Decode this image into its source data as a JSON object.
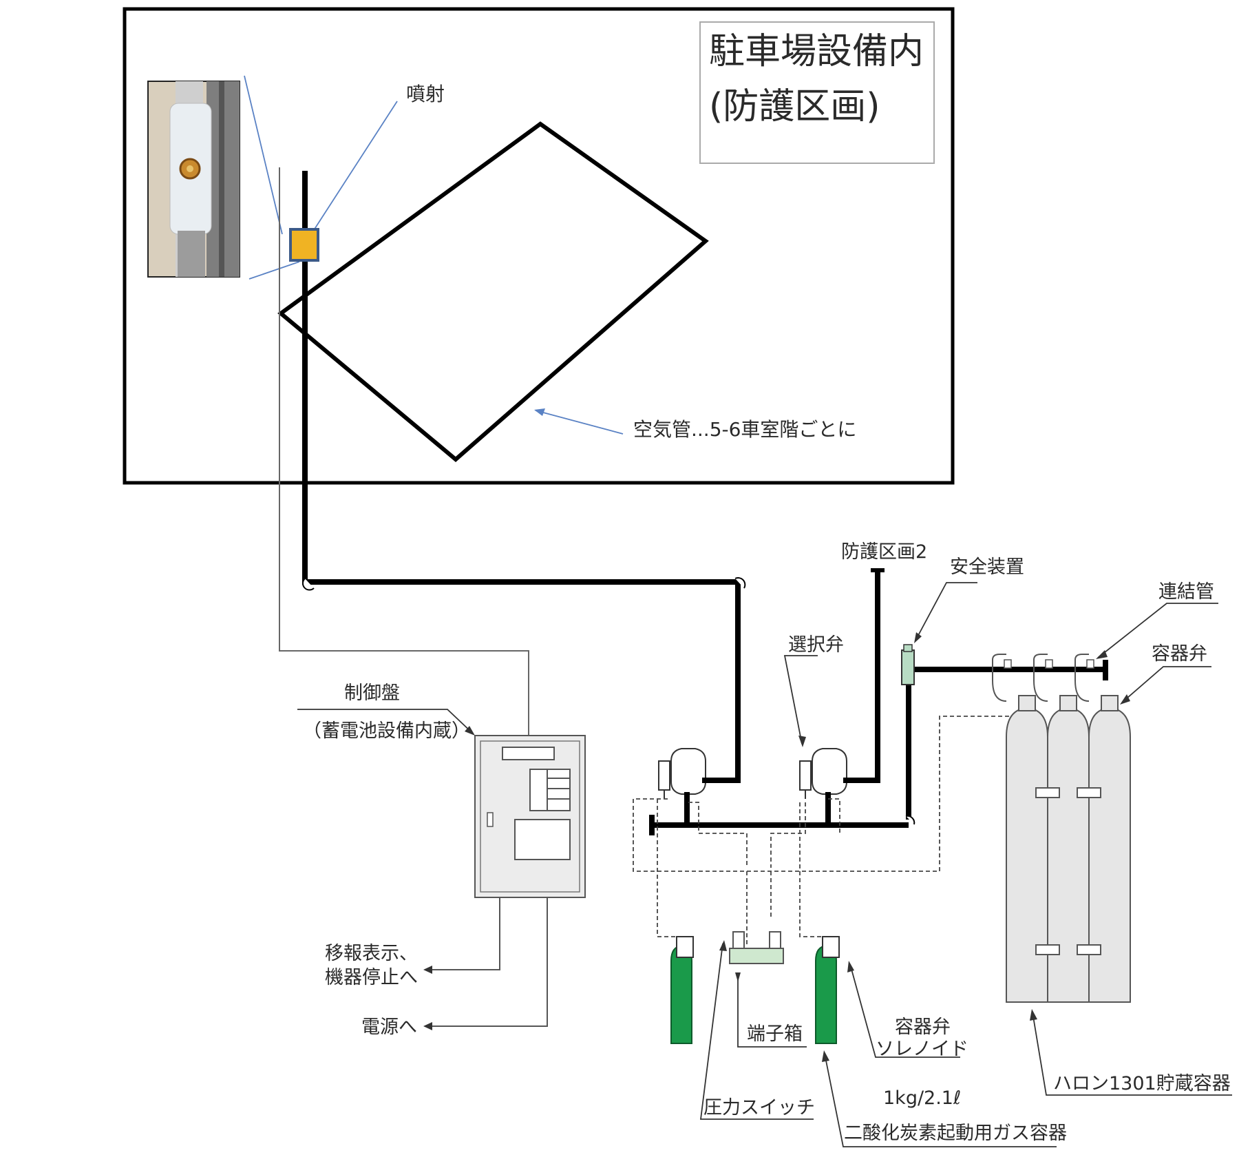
{
  "area": {
    "title_line1": "駐車場設備内",
    "title_line2": "(防護区画)"
  },
  "labels": {
    "injection": "噴射",
    "air_tube": "空気管...5-6車室階ごとに",
    "protection_zone2": "防護区画2",
    "safety_device": "安全装置",
    "connection_pipe": "連結管",
    "selector_valve": "選択弁",
    "container_valve": "容器弁",
    "control_panel": "制御盤",
    "control_panel_note": "（蓄電池設備内蔵）",
    "transfer_display_line1": "移報表示、",
    "transfer_display_line2": "機器停止へ",
    "to_power": "電源へ",
    "terminal_box": "端子箱",
    "container_valve_solenoid_line1": "容器弁",
    "container_valve_solenoid_line2": "ソレノイド",
    "halon_container": "ハロン1301貯蔵容器",
    "co2_capacity": "1kg/2.1ℓ",
    "co2_container": "二酸化炭素起動用ガス容器",
    "pressure_switch": "圧力スイッチ"
  },
  "colors": {
    "nozzle": "#f0b323",
    "gas_cylinder": "#1a9a4a",
    "terminal_box": "#cfe8cf",
    "safety_device": "#b8dcc4",
    "halon_cylinder": "#e6e6e6",
    "panel": "#ececec",
    "callout": "#5a82c4"
  },
  "icons": {
    "photo": "nozzle-photo-icon"
  }
}
